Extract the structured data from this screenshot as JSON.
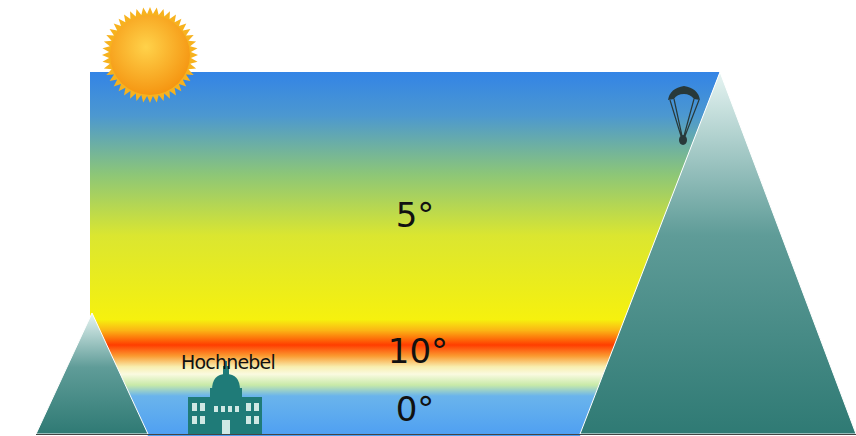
{
  "diagram": {
    "labels": [
      "5°",
      "Hochnebel",
      "10°",
      "0°"
    ]
  }
}
